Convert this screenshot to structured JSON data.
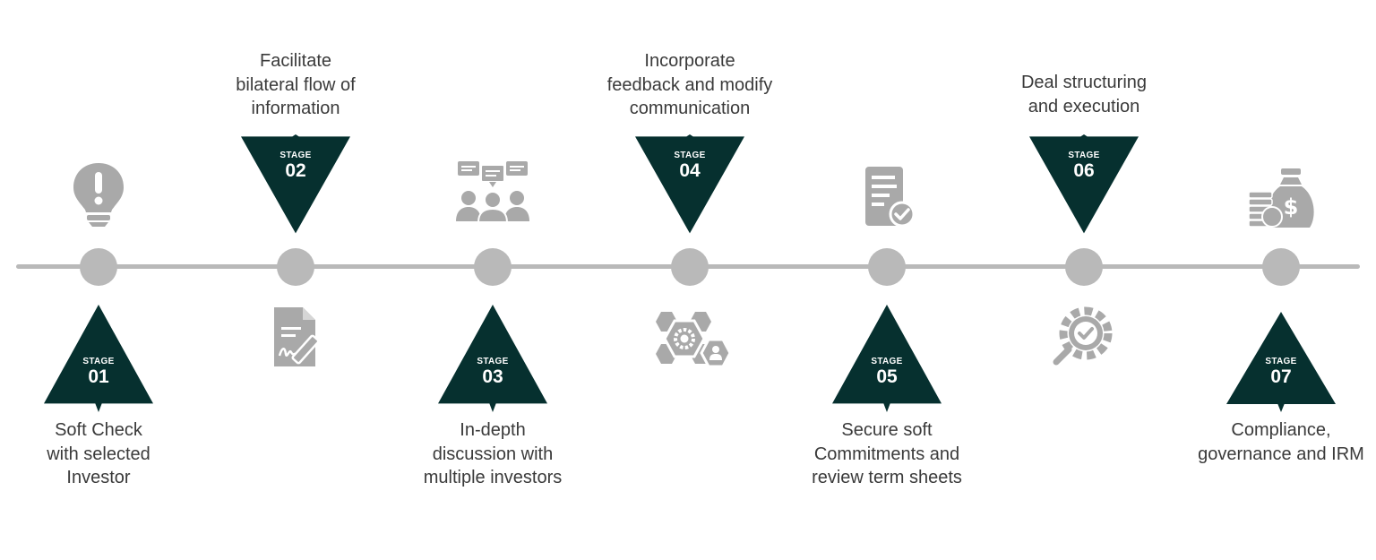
{
  "stage_keyword": "STAGE",
  "stages": [
    {
      "number": "01",
      "caption": [
        "Soft Check",
        "with selected",
        "Investor"
      ],
      "icon": "lightbulb-icon"
    },
    {
      "number": "02",
      "caption": [
        "Facilitate",
        "bilateral flow of",
        "information"
      ],
      "icon": "signed-document-icon"
    },
    {
      "number": "03",
      "caption": [
        "In-depth",
        "discussion with",
        "multiple investors"
      ],
      "icon": "group-discussion-icon"
    },
    {
      "number": "04",
      "caption": [
        "Incorporate",
        "feedback and modify",
        "communication"
      ],
      "icon": "hexagon-gear-user-icon"
    },
    {
      "number": "05",
      "caption": [
        "Secure soft",
        "Commitments and",
        "review term sheets"
      ],
      "icon": "approved-document-icon"
    },
    {
      "number": "06",
      "caption": [
        "Deal structuring",
        "and execution"
      ],
      "icon": "gear-magnifier-check-icon"
    },
    {
      "number": "07",
      "caption": [
        "Compliance,",
        "governance and IRM"
      ],
      "icon": "money-bag-coins-icon"
    }
  ],
  "colors": {
    "triangle": "#06302f",
    "timeline": "#b9b9b9",
    "icon": "#a9a9a9",
    "text": "#3a3a3a"
  }
}
